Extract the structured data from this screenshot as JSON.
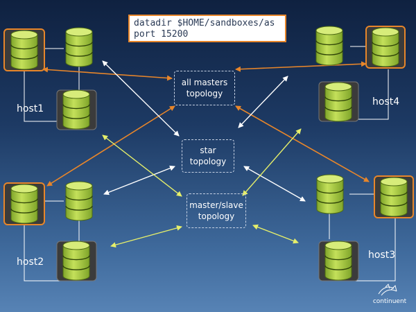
{
  "config": {
    "line1": "datadir $HOME/sandboxes/as",
    "line2": "port 15200"
  },
  "topologies": {
    "all_masters": [
      "all masters",
      "topology"
    ],
    "star": [
      "star",
      "topology"
    ],
    "master_slave": [
      "master/slave",
      "topology"
    ]
  },
  "hosts": {
    "host1": "host1",
    "host2": "host2",
    "host3": "host3",
    "host4": "host4"
  },
  "brand": "continuent",
  "colors": {
    "all_masters_arrow": "#e8862a",
    "star_arrow": "#ffffff",
    "master_slave_arrow": "#e6ef6a",
    "db_green": "#9fc43a",
    "db_frame": "#3b3b3b",
    "db_frame_highlight": "#e8862a"
  },
  "icons": [
    "database-icon",
    "continuent-logo-icon"
  ]
}
